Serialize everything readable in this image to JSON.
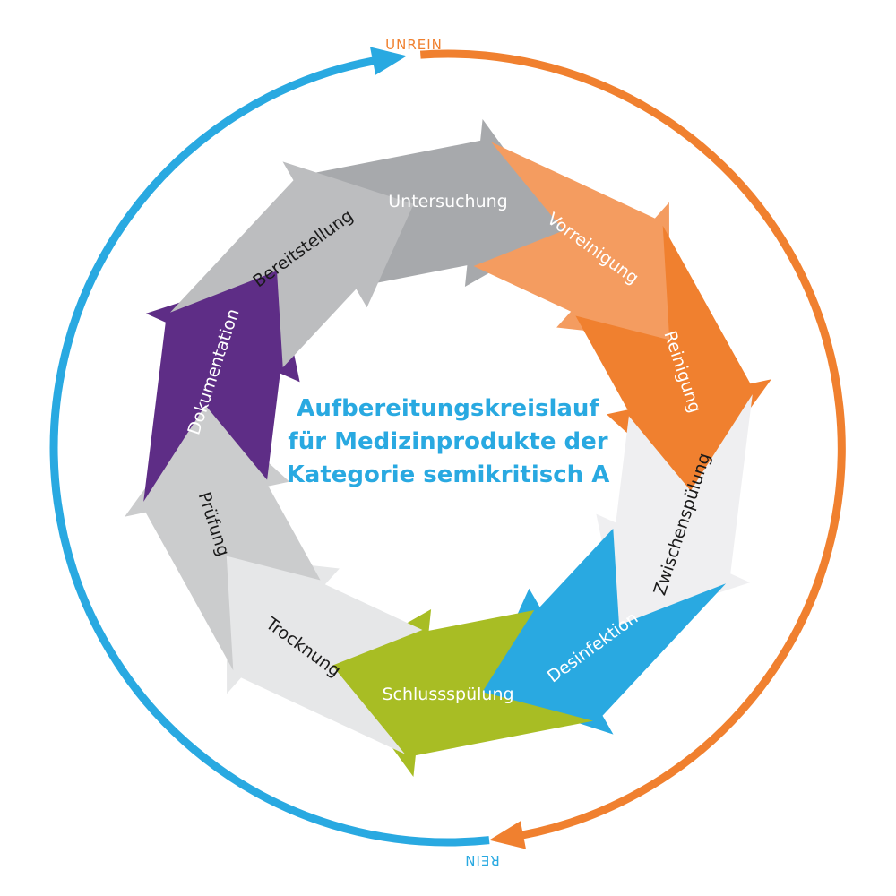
{
  "diagram": {
    "outer_labels": {
      "top": "UNREIN",
      "bottom": "REIN"
    },
    "center_title_lines": [
      "Aufbereitungskreislauf",
      "für Medizinprodukte der",
      "Kategorie semikritisch A"
    ],
    "steps": [
      {
        "label": "Untersuchung",
        "color": "#a7a9ac",
        "text_color": "#ffffff"
      },
      {
        "label": "Vorreinigung",
        "color": "#f49c60",
        "text_color": "#ffffff"
      },
      {
        "label": "Reinigung",
        "color": "#f0802f",
        "text_color": "#ffffff"
      },
      {
        "label": "Zwischenspülung",
        "color": "#efeff1",
        "text_color": "#1a1a1a"
      },
      {
        "label": "Desinfektion",
        "color": "#29a9e1",
        "text_color": "#ffffff"
      },
      {
        "label": "Schlussspülung",
        "color": "#a8bd24",
        "text_color": "#ffffff"
      },
      {
        "label": "Trocknung",
        "color": "#e6e7e8",
        "text_color": "#1a1a1a"
      },
      {
        "label": "Prüfung",
        "color": "#cbcccd",
        "text_color": "#1a1a1a"
      },
      {
        "label": "Dokumentation",
        "color": "#5e2d86",
        "text_color": "#ffffff"
      },
      {
        "label": "Bereitstellung",
        "color": "#bcbdbf",
        "text_color": "#1a1a1a"
      }
    ],
    "colors": {
      "unrein_orange": "#f0802f",
      "rein_blue": "#29a9e1",
      "title_blue": "#29a9e1"
    }
  }
}
